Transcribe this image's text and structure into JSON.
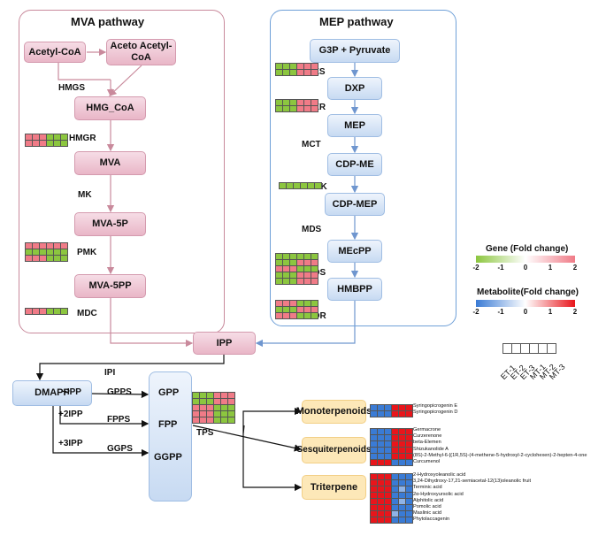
{
  "mva": {
    "title": "MVA  pathway",
    "nodes": [
      "Acetyl-CoA",
      "Aceto Acetyl-CoA",
      "HMG_CoA",
      "MVA",
      "MVA-5P",
      "MVA-5PP"
    ],
    "enzymes": [
      "HMGS",
      "HMGR",
      "MK",
      "PMK",
      "MDC"
    ]
  },
  "mep": {
    "title": "MEP pathway",
    "nodes": [
      "G3P + Pyruvate",
      "DXP",
      "MEP",
      "CDP-ME",
      "CDP-MEP",
      "MEcPP",
      "HMBPP"
    ],
    "enzymes": [
      "DXS",
      "DXR",
      "MCT",
      "CMK",
      "MDS",
      "HDS",
      "HDR"
    ]
  },
  "lower": {
    "ipp": "IPP",
    "ipi": "IPI",
    "dmapp": "DMAPP",
    "additions": [
      "+IPP",
      "+2IPP",
      "+3IPP"
    ],
    "synthases": [
      "GPPS",
      "FPPS",
      "GGPS"
    ],
    "prenyls": [
      "GPP",
      "FPP",
      "GGPP"
    ],
    "tps": "TPS",
    "classes": [
      "Monoterpenoids",
      "Sesquiterpenoids",
      "Triterpene"
    ]
  },
  "metabolites": {
    "monoterpenoids": [
      "Syringopicrogenin E",
      "Syringopicrogenin D"
    ],
    "sesquiterpenoids": [
      "Germacrone",
      "Curzerenone",
      "beta-Elemen",
      "Shizukanolide A",
      "(8S)-2-Methyl-6-[(1R,5S)-(4-methene-5-hydroxyl-2-cyclohexen)-2-hepten-4-one",
      "Curcumenol"
    ],
    "triterpene": [
      "2-Hydroxyoleanolic acid",
      "3,24-Dihydroxy-17,21-semiacetal-12(13)oleanolic fruit",
      "Terminic acid",
      "2α-Hydroxyursolic acid",
      "Alphitolic acid",
      "Pomolic acid",
      "Maslinic acid",
      "Phytolaccagenin"
    ]
  },
  "legend": {
    "gene_title": "Gene (Fold change)",
    "gene_ticks": [
      "-2",
      "-1",
      "0",
      "1",
      "2"
    ],
    "metabolite_title": "Metabolite(Fold change)",
    "metabolite_ticks": [
      "-2",
      "-1",
      "0",
      "1",
      "2"
    ],
    "conditions": [
      "ET-1",
      "ET-2",
      "ET-3",
      "MT-1",
      "MT-2",
      "MT-3"
    ]
  },
  "colors": {
    "gene_low": "#8cc63f",
    "gene_mid": "#ffffff",
    "gene_high": "#f07b87",
    "met_low": "#3a7bd5",
    "met_mid": "#ffffff",
    "met_high": "#e8151b",
    "mva_arrow": "#c98a9c",
    "mep_arrow": "#6f96cf"
  }
}
